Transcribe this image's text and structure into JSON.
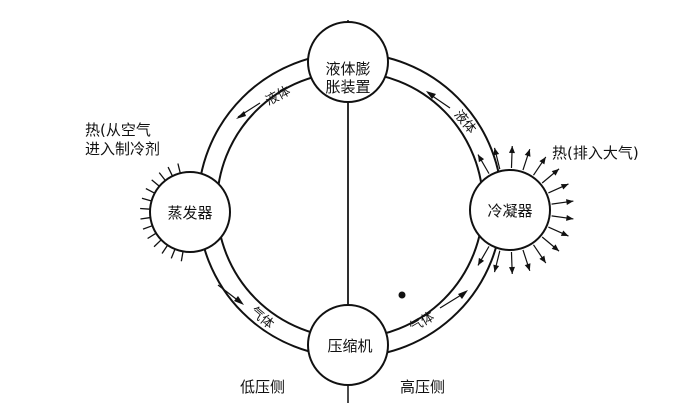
{
  "components": {
    "expansion_valve": [
      "液体膨",
      "胀装置"
    ],
    "evaporator": "蒸发器",
    "condenser": "冷凝器",
    "compressor": "压缩机"
  },
  "flow_labels": {
    "top_left": "液体",
    "top_right": "液体",
    "bottom_left": "气体",
    "bottom_right": "气体"
  },
  "heat_in": [
    "热(从空气",
    "进入制冷剂"
  ],
  "heat_out": "热(排入大气)",
  "sides": {
    "low": "低压侧",
    "high": "高压侧"
  }
}
